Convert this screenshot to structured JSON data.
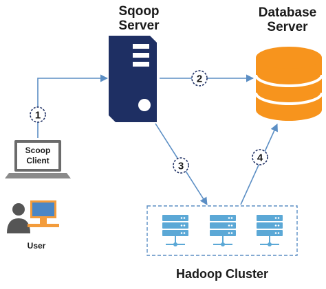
{
  "sqoop_server": {
    "label_line1": "Sqoop",
    "label_line2": "Server"
  },
  "database_server": {
    "label_line1": "Database",
    "label_line2": "Server"
  },
  "client": {
    "label_line1": "Scoop",
    "label_line2": "Client"
  },
  "user": {
    "label": "User"
  },
  "hadoop_cluster": {
    "label": "Hadoop Cluster"
  },
  "steps": [
    "1",
    "2",
    "3",
    "4"
  ],
  "colors": {
    "server_navy": "#1e2f63",
    "database_orange": "#f7941d",
    "arrow_blue": "#5b8ec4",
    "node_blue": "#5ba8d6",
    "laptop_gray": "#6b6b6b",
    "user_gray": "#555555",
    "monitor_orange": "#f39c3c"
  }
}
